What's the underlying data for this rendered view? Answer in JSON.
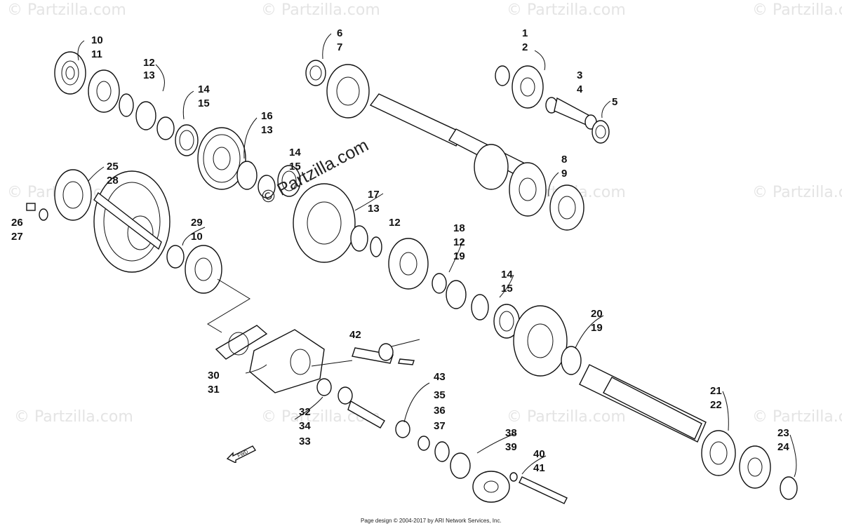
{
  "watermarks": {
    "site": "© Partzilla.com",
    "brand": "© Partzilla.com"
  },
  "footer": "Page design © 2004-2017 by ARI Network Services, Inc.",
  "direction_label": "FWD",
  "callouts": [
    "10",
    "11",
    "12",
    "13",
    "14",
    "15",
    "16",
    "13",
    "14",
    "15",
    "6",
    "7",
    "1",
    "2",
    "3",
    "4",
    "5",
    "8",
    "9",
    "25",
    "28",
    "26",
    "27",
    "29",
    "10",
    "17",
    "13",
    "12",
    "18",
    "12",
    "19",
    "14",
    "15",
    "20",
    "19",
    "42",
    "43",
    "30",
    "31",
    "32",
    "34",
    "33",
    "35",
    "36",
    "37",
    "38",
    "39",
    "40",
    "41",
    "21",
    "22",
    "23",
    "24"
  ]
}
